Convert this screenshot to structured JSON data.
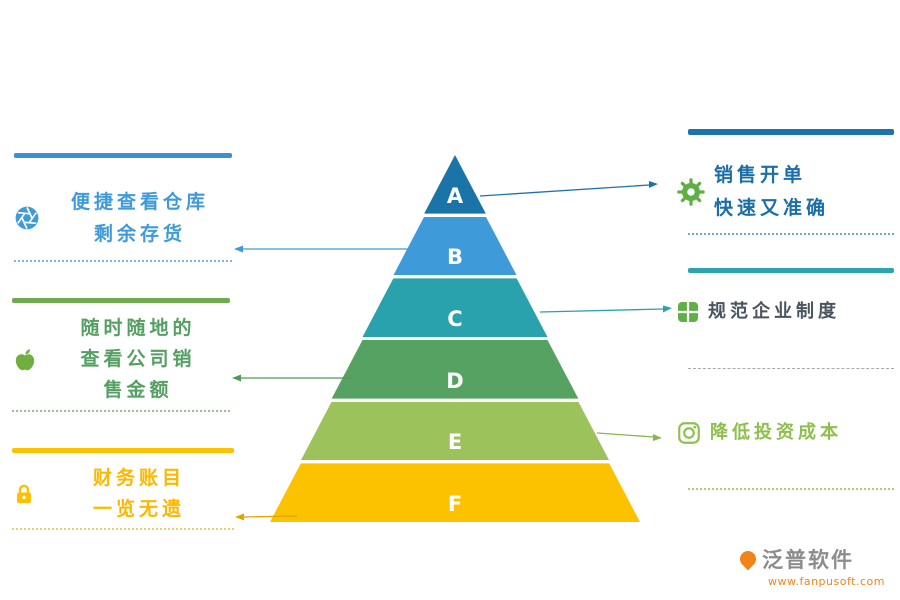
{
  "pyramid": {
    "levels": [
      {
        "label": "A",
        "color": "#1b74a8"
      },
      {
        "label": "B",
        "color": "#3e9ad8"
      },
      {
        "label": "C",
        "color": "#2aa2ae"
      },
      {
        "label": "D",
        "color": "#56a262"
      },
      {
        "label": "E",
        "color": "#9cc25c"
      },
      {
        "label": "F",
        "color": "#fcc200"
      }
    ]
  },
  "left_callouts": [
    {
      "icon": "aperture-icon",
      "accent": "#3e8fd0",
      "text_color": "#3e9ad8",
      "dot_color": "#7fb6e0",
      "lines": [
        "便捷查看仓库",
        "剩余存货"
      ]
    },
    {
      "icon": "apple-icon",
      "accent": "#6fa951",
      "text_color": "#54a063",
      "dot_color": "#9bbf8f",
      "lines": [
        "随时随地的",
        "查看公司销",
        "售金额"
      ]
    },
    {
      "icon": "lock-icon",
      "accent": "#fcc200",
      "text_color": "#fcb800",
      "dot_color": "#f0cf6a",
      "lines": [
        "财务账目",
        "一览无遗"
      ]
    }
  ],
  "right_callouts": [
    {
      "icon": "gear-icon",
      "accent": "#1c74a9",
      "text_color": "#1c6ea6",
      "dot_color": "#6fa7d4",
      "lines": [
        "销售开单",
        "快速又准确"
      ]
    },
    {
      "icon": "grid-icon",
      "accent": "#2aa5ae",
      "text_color": "#4a5560",
      "dot_color": "#aaaaaa",
      "lines": [
        "规范企业制度"
      ]
    },
    {
      "icon": "camera-icon",
      "accent": "#8fbf4d",
      "text_color": "#8fbf4d",
      "dot_color": "#a8cf7a",
      "lines": [
        "降低投资成本"
      ]
    }
  ],
  "logo": {
    "name": "泛普软件",
    "url": "www.fanpusoft.com",
    "color": "#8c8c8c",
    "url_color": "#f08519"
  }
}
